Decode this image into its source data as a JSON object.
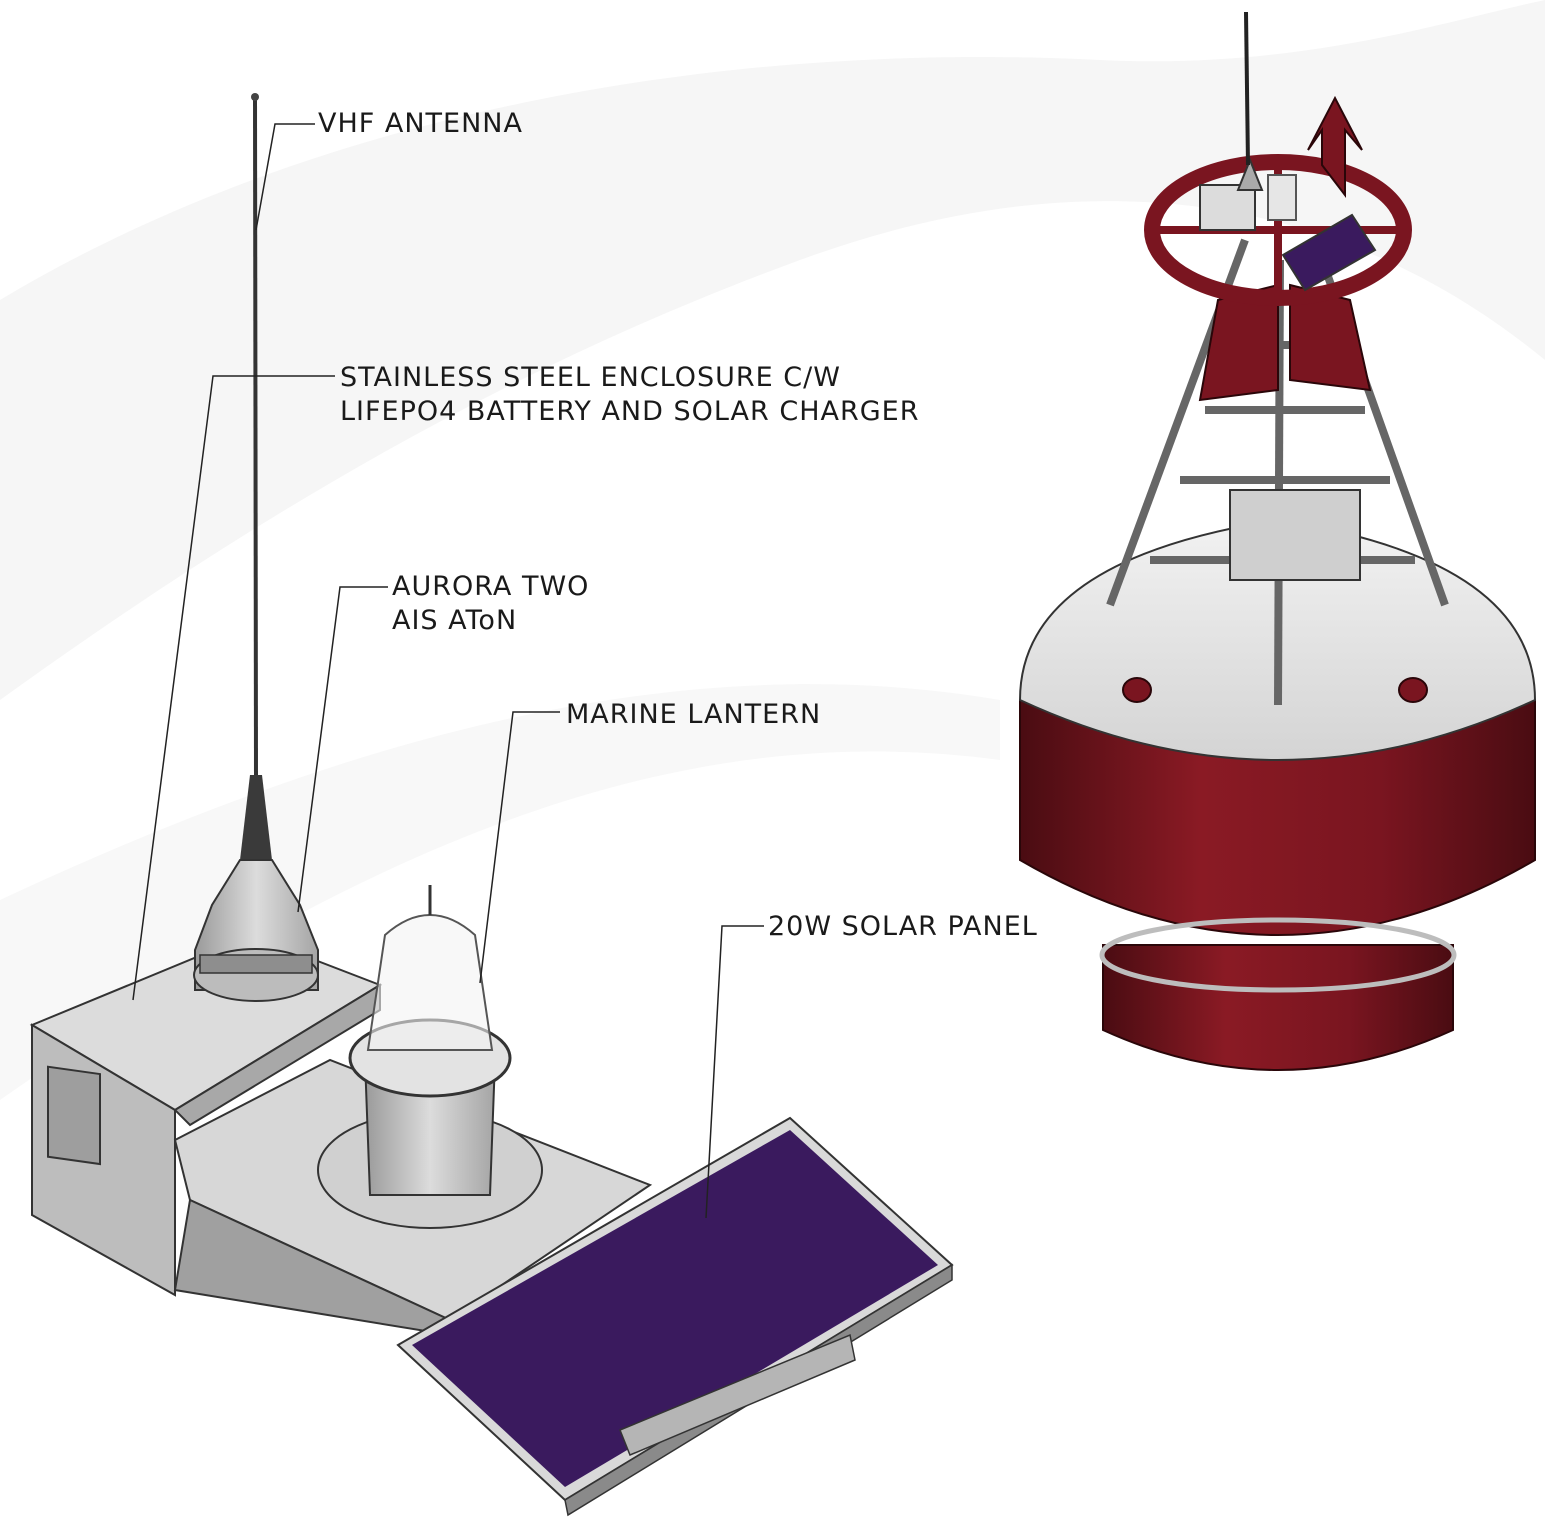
{
  "labels": {
    "vhf_antenna": "VHF ANTENNA",
    "enclosure_line1": "STAINLESS STEEL ENCLOSURE C/W",
    "enclosure_line2": "LIFEPO4 BATTERY AND SOLAR CHARGER",
    "aurora_line1": "AURORA TWO",
    "aurora_line2": "AIS AToN",
    "marine_lantern": "MARINE LANTERN",
    "solar_panel": "20W SOLAR PANEL"
  },
  "colors": {
    "buoy_red": "#7a1520",
    "buoy_red_dark": "#4a0c12",
    "buoy_white": "#e6e6e6",
    "solar_purple": "#3a1a5e",
    "metal_grey": "#c9c9c9",
    "leader_line": "#222222"
  }
}
